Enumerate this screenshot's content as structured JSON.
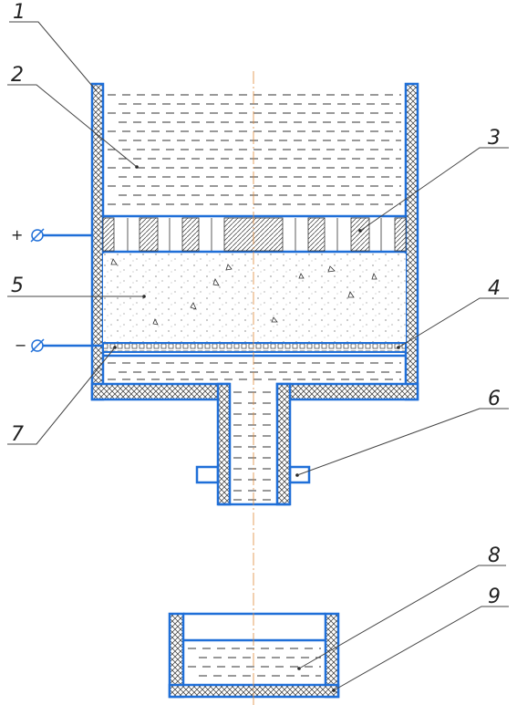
{
  "labels": {
    "l1": "1",
    "l2": "2",
    "l3": "3",
    "l4": "4",
    "l5": "5",
    "l6": "6",
    "l7": "7",
    "l8": "8",
    "l9": "9"
  },
  "terminals": {
    "plus": "+",
    "minus": "−"
  },
  "colors": {
    "outline": "#1f6fd8",
    "axis": "#e08a3a",
    "hatch": "#333333"
  }
}
